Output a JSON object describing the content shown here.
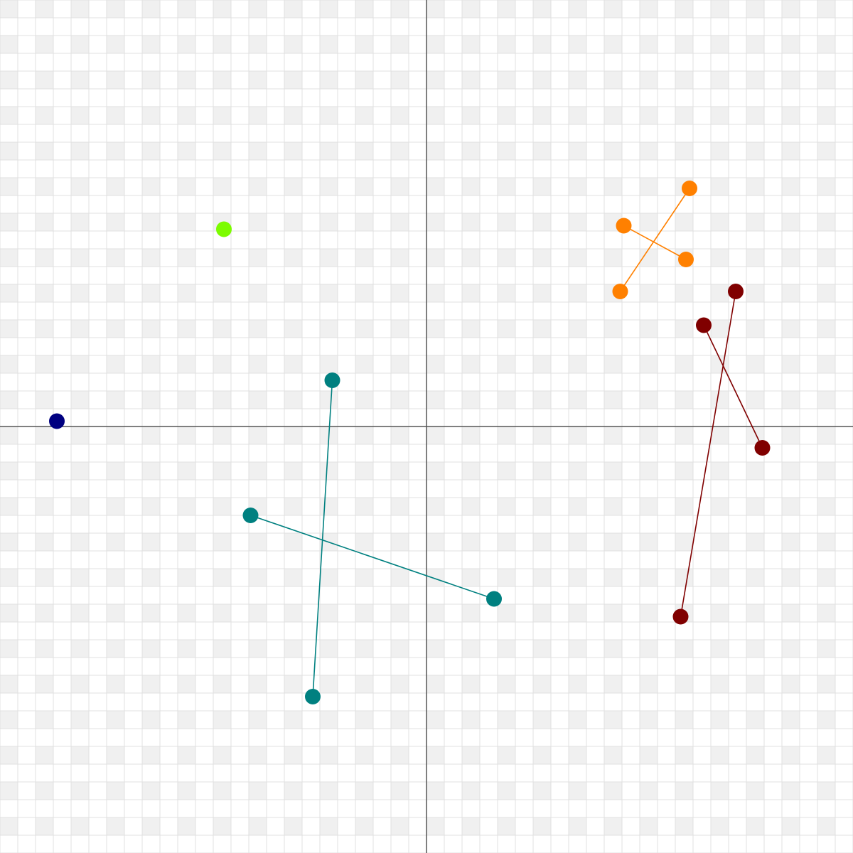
{
  "colors": {
    "background": "#ffffff",
    "checker": "#f0f0f0",
    "grid_line": "#e0e0e0",
    "axis": "#555555"
  },
  "plane": {
    "x_range": [
      -24,
      24
    ],
    "y_range": [
      -24,
      24
    ],
    "grid_step": 1,
    "axes": true
  },
  "groups": [
    {
      "name": "lime",
      "color": "#7cfc00",
      "points": [
        [
          -11.4,
          11.1
        ]
      ],
      "segments": []
    },
    {
      "name": "navy",
      "color": "#000080",
      "points": [
        [
          -20.8,
          0.3
        ]
      ],
      "segments": []
    },
    {
      "name": "orange",
      "color": "#ff8000",
      "points": [
        [
          14.8,
          13.4
        ],
        [
          11.1,
          11.3
        ],
        [
          14.6,
          9.4
        ],
        [
          10.9,
          7.6
        ]
      ],
      "segments": [
        [
          0,
          3
        ],
        [
          1,
          2
        ]
      ]
    },
    {
      "name": "maroon",
      "color": "#800000",
      "points": [
        [
          17.4,
          7.6
        ],
        [
          15.6,
          5.7
        ],
        [
          18.9,
          -1.2
        ],
        [
          14.3,
          -10.7
        ]
      ],
      "segments": [
        [
          0,
          3
        ],
        [
          1,
          2
        ]
      ]
    },
    {
      "name": "teal",
      "color": "#008080",
      "points": [
        [
          -5.3,
          2.6
        ],
        [
          -9.9,
          -5.0
        ],
        [
          3.8,
          -9.7
        ],
        [
          -6.4,
          -15.2
        ]
      ],
      "segments": [
        [
          0,
          3
        ],
        [
          1,
          2
        ]
      ]
    }
  ]
}
